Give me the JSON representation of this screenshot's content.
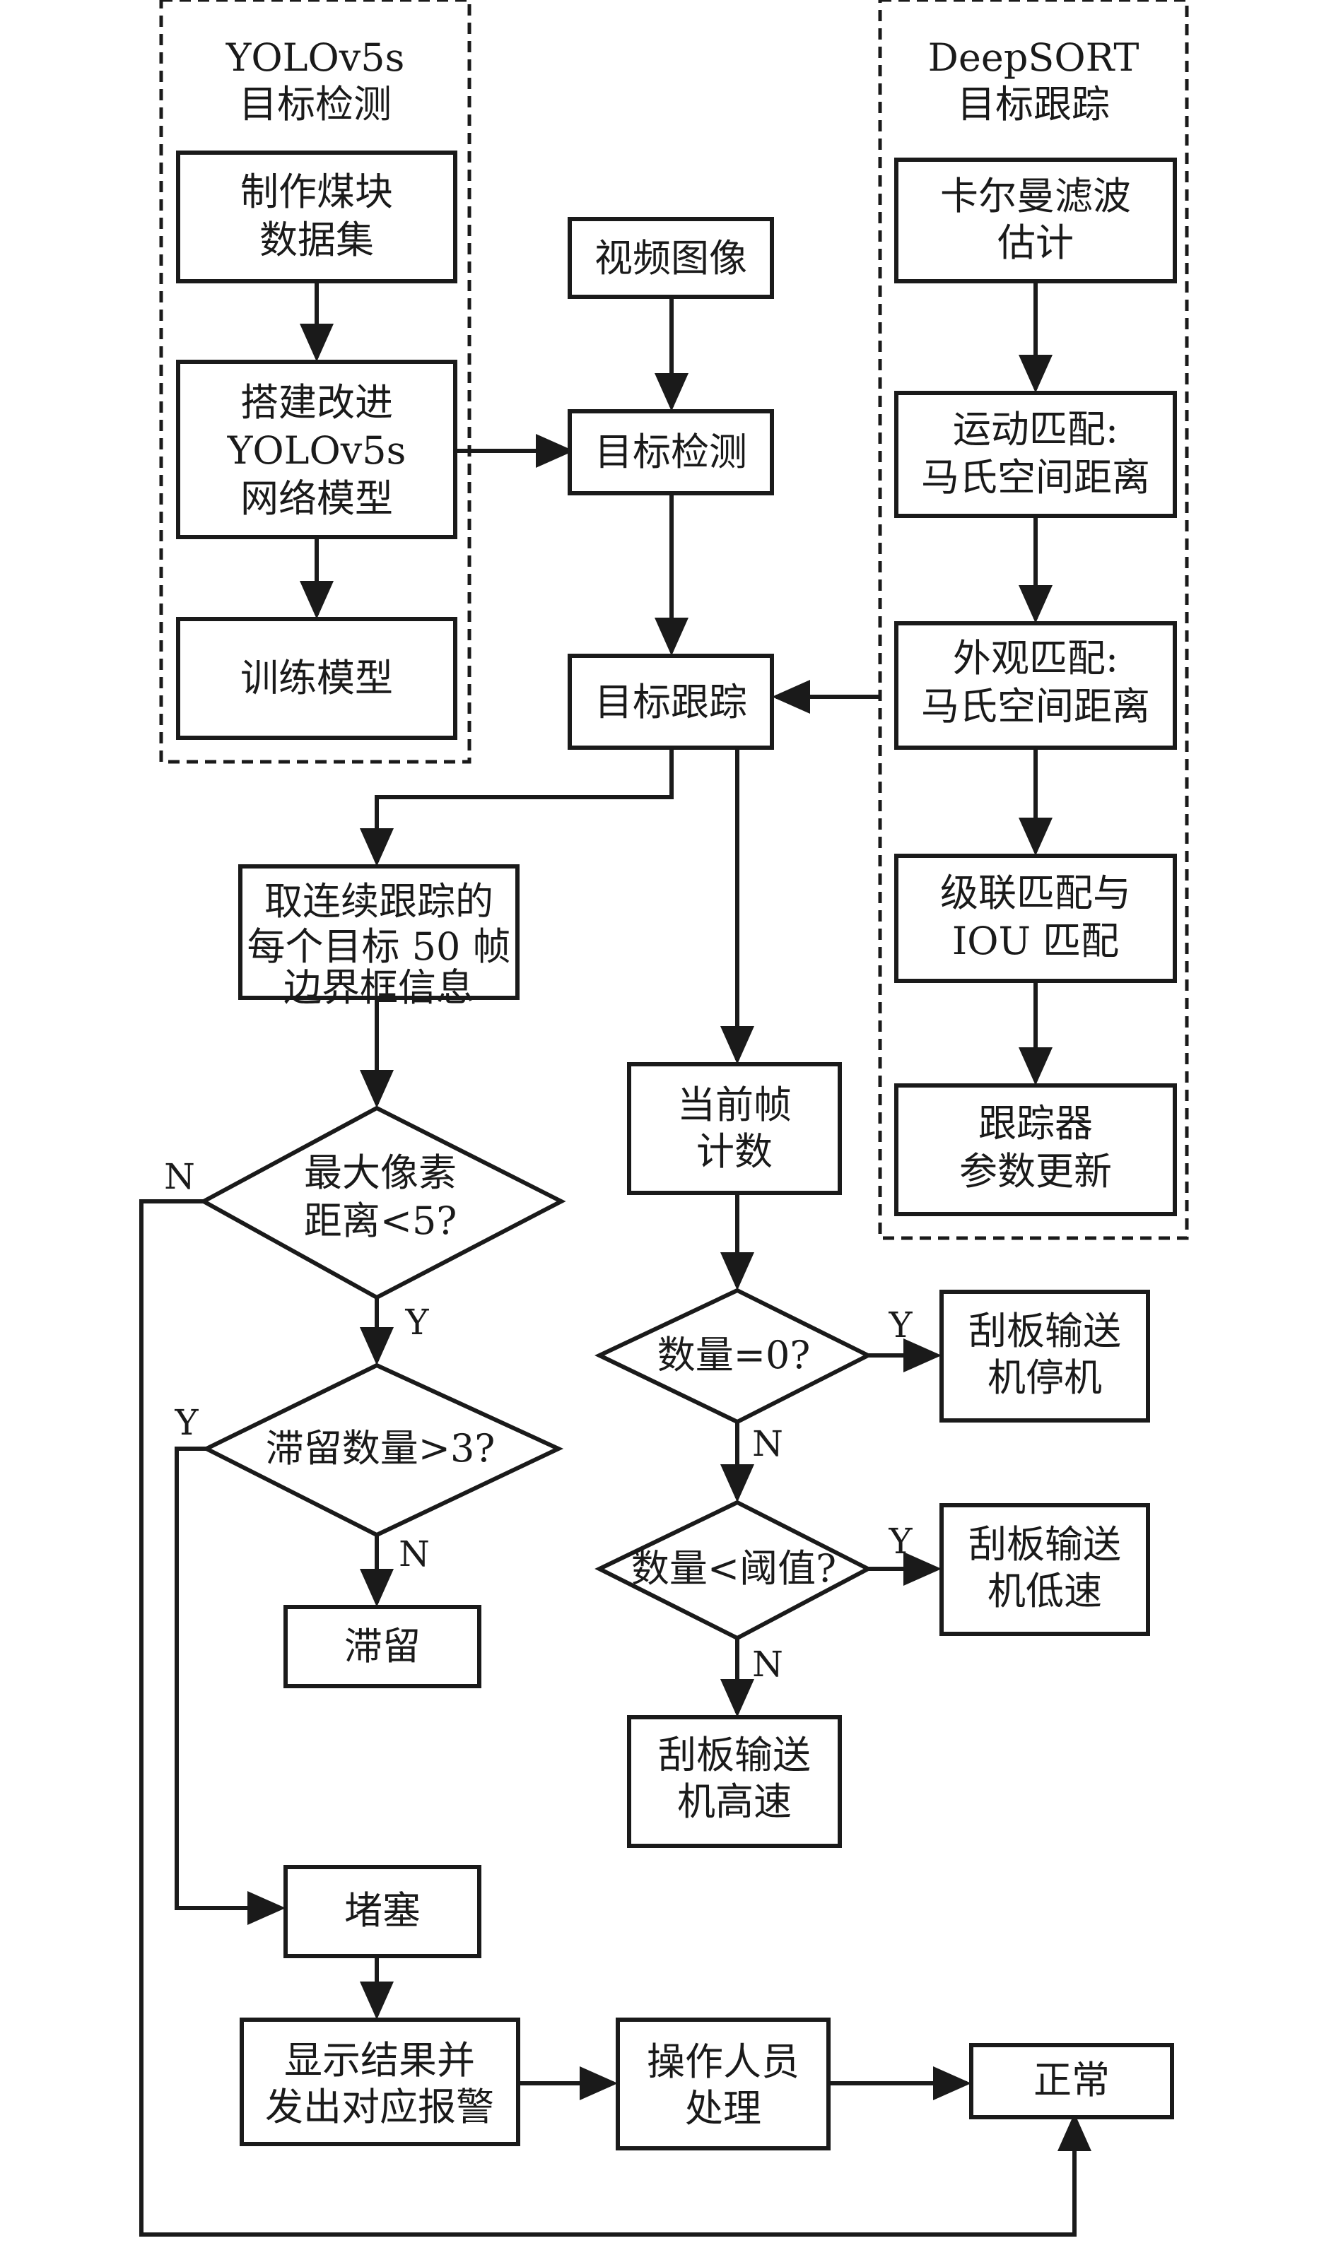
{
  "groups": {
    "yolo": {
      "lines": [
        "YOLOv5s",
        "目标检测"
      ]
    },
    "deepsort": {
      "lines": [
        "DeepSORT",
        "目标跟踪"
      ]
    }
  },
  "nodes": {
    "make_dataset": {
      "lines": [
        "制作煤块",
        "数据集"
      ]
    },
    "build_model": {
      "lines": [
        "搭建改进",
        "YOLOv5s",
        "网络模型"
      ]
    },
    "train_model": {
      "lines": [
        "训练模型"
      ]
    },
    "video": {
      "lines": [
        "视频图像"
      ]
    },
    "detect": {
      "lines": [
        "目标检测"
      ]
    },
    "track": {
      "lines": [
        "目标跟踪"
      ]
    },
    "kalman": {
      "lines": [
        "卡尔曼滤波",
        "估计"
      ]
    },
    "motion_match": {
      "lines": [
        "运动匹配:",
        "马氏空间距离"
      ]
    },
    "appearance_match": {
      "lines": [
        "外观匹配:",
        "马氏空间距离"
      ]
    },
    "cascade_match": {
      "lines": [
        "级联匹配与",
        "IOU 匹配"
      ]
    },
    "tracker_update": {
      "lines": [
        "跟踪器",
        "参数更新"
      ]
    },
    "bbox_info": {
      "lines": [
        "取连续跟踪的",
        "每个目标 50 帧",
        "边界框信息"
      ]
    },
    "max_pixel": {
      "lines": [
        "最大像素",
        "距离<5?"
      ]
    },
    "stay_count": {
      "lines": [
        "滞留数量>3?"
      ]
    },
    "stay": {
      "lines": [
        "滞留"
      ]
    },
    "block": {
      "lines": [
        "堵塞"
      ]
    },
    "show_result": {
      "lines": [
        "显示结果并",
        "发出对应报警"
      ]
    },
    "operator": {
      "lines": [
        "操作人员",
        "处理"
      ]
    },
    "normal": {
      "lines": [
        "正常"
      ]
    },
    "frame_count": {
      "lines": [
        "当前帧",
        "计数"
      ]
    },
    "count_zero": {
      "lines": [
        "数量=0?"
      ]
    },
    "conveyor_stop": {
      "lines": [
        "刮板输送",
        "机停机"
      ]
    },
    "count_threshold": {
      "lines": [
        "数量<阈值?"
      ]
    },
    "conveyor_low": {
      "lines": [
        "刮板输送",
        "机低速"
      ]
    },
    "conveyor_high": {
      "lines": [
        "刮板输送",
        "机高速"
      ]
    }
  },
  "edge_labels": {
    "max_pixel_no": "N",
    "max_pixel_yes": "Y",
    "stay_count_yes": "Y",
    "stay_count_no": "N",
    "count_zero_yes": "Y",
    "count_zero_no": "N",
    "count_threshold_yes": "Y",
    "count_threshold_no": "N"
  }
}
